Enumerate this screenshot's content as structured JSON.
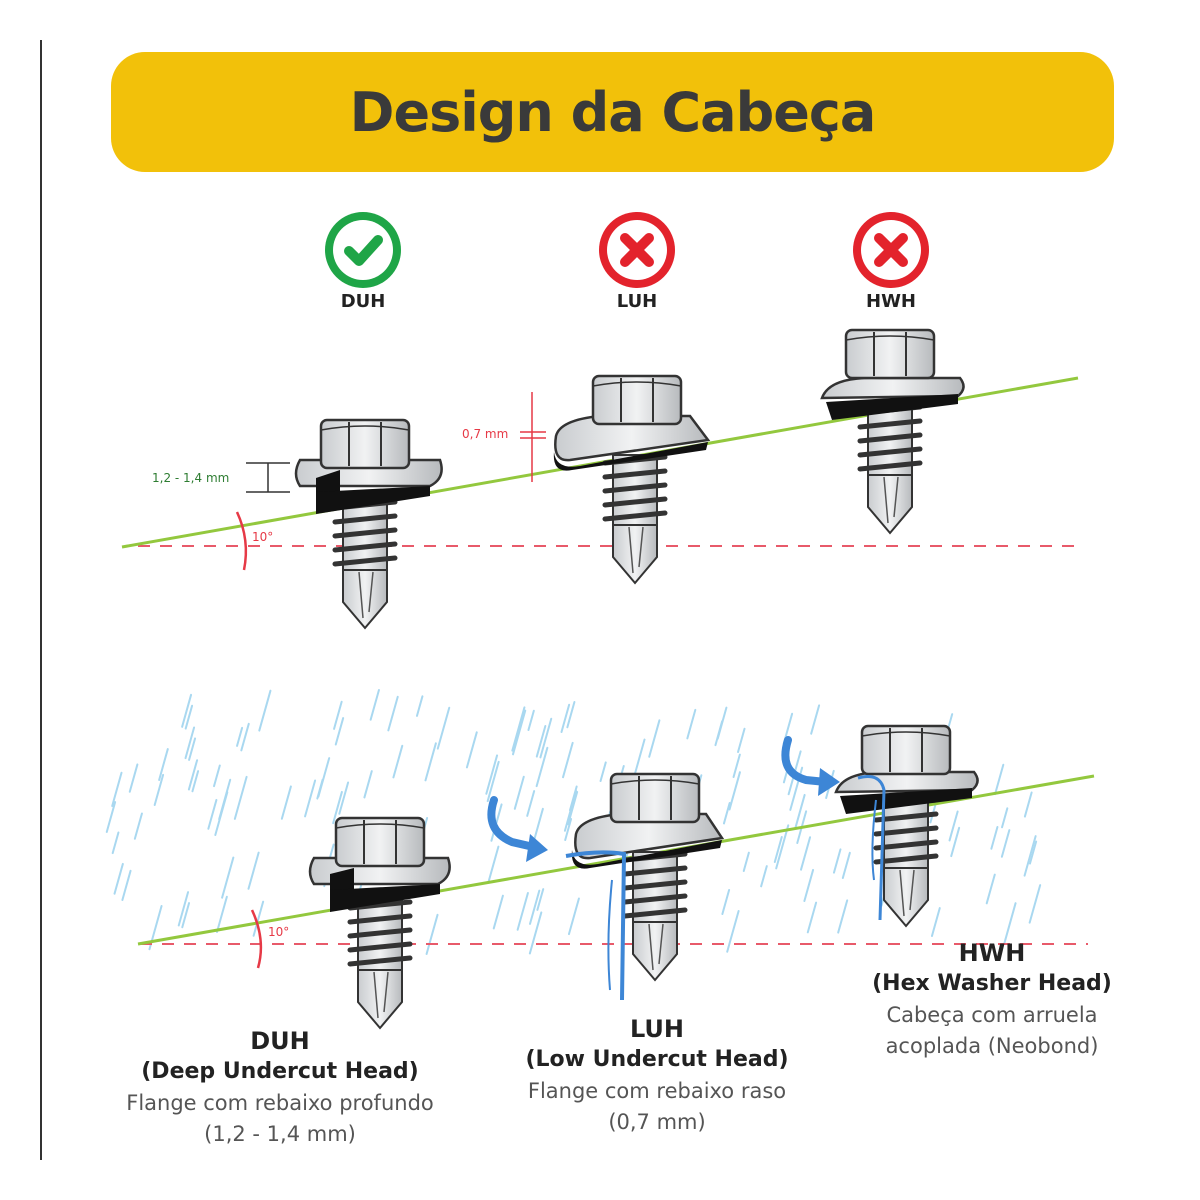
{
  "title": "Design da Cabeça",
  "colors": {
    "banner": "#F2C10A",
    "ok": "#1FA547",
    "bad": "#E3232C",
    "surface_line": "#93C83E",
    "dash_line": "#E85A6A",
    "dimension": "#E63946",
    "water": "#3D86D6",
    "rain": "#A9D8F0"
  },
  "badges": [
    {
      "code": "DUH",
      "status": "ok",
      "icon": "check-icon"
    },
    {
      "code": "LUH",
      "status": "bad",
      "icon": "x-icon"
    },
    {
      "code": "HWH",
      "status": "bad",
      "icon": "x-icon"
    }
  ],
  "top_diagram": {
    "undercut_depth": "1,2 - 1,4 mm",
    "low_undercut_depth": "0,7 mm",
    "angle": "10°"
  },
  "bottom_diagram": {
    "angle": "10°"
  },
  "captions": [
    {
      "code": "DUH",
      "name": "(Deep Undercut Head)",
      "desc1": "Flange com rebaixo profundo",
      "desc2": "(1,2 - 1,4 mm)"
    },
    {
      "code": "LUH",
      "name": "(Low Undercut Head)",
      "desc1": "Flange com rebaixo raso",
      "desc2": "(0,7 mm)"
    },
    {
      "code": "HWH",
      "name": "(Hex Washer Head)",
      "desc1": "Cabeça com arruela",
      "desc2": "acoplada (Neobond)"
    }
  ]
}
